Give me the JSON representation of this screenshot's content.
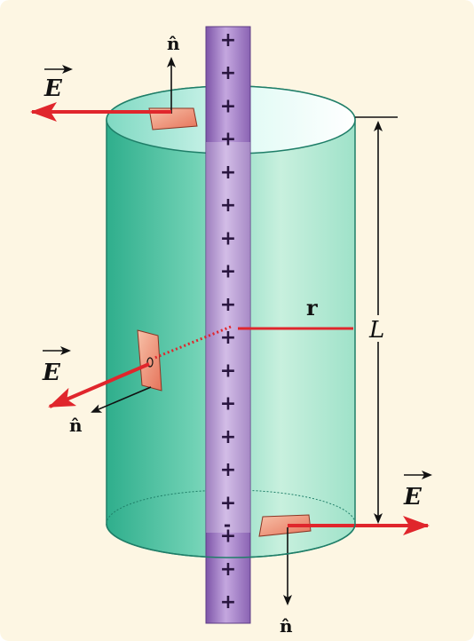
{
  "figure": {
    "background_color": "#fdf6e3",
    "cylinder_color": "#7fd4b8",
    "wire_color": "#a07bbf",
    "arrow_color": "#e0262c",
    "labels": {
      "field": "E",
      "normal": "n̂",
      "radius": "r",
      "length": "L"
    },
    "wire_charge_symbol": "+",
    "wire_charge_count": 18,
    "extra_mark_near_base": "-"
  }
}
